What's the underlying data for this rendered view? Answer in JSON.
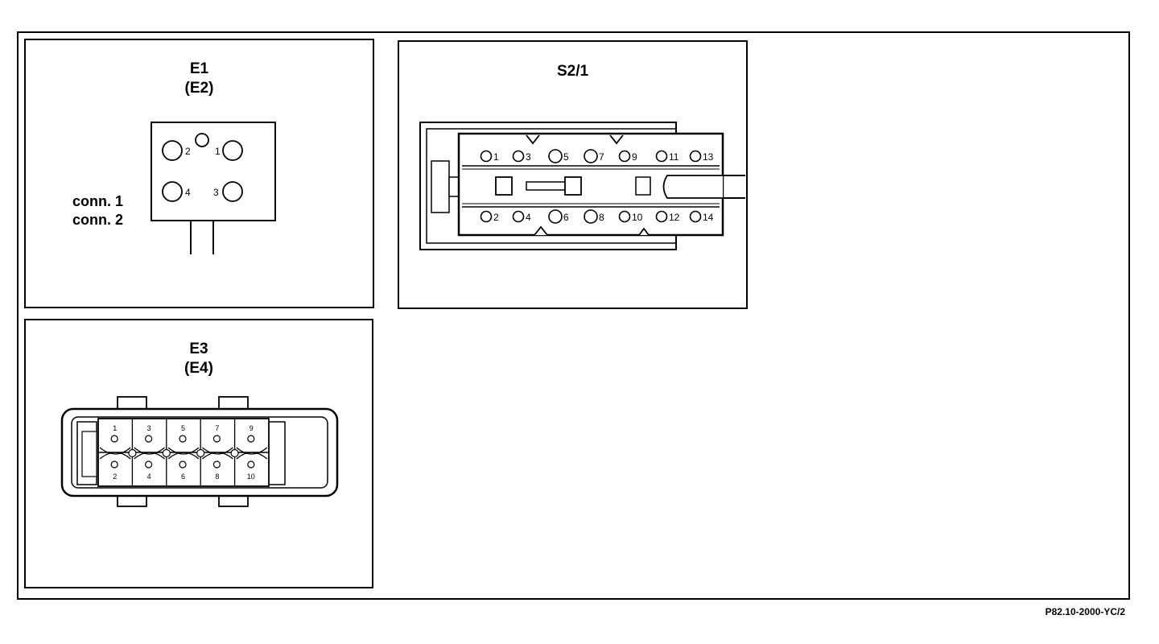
{
  "e1_panel": {
    "title": "E1",
    "subtitle": "(E2)",
    "conn_labels": [
      "conn. 1",
      "conn. 2"
    ],
    "pins": [
      "1",
      "2",
      "3",
      "4"
    ]
  },
  "s21_panel": {
    "title": "S2/1",
    "top_pins": [
      "1",
      "3",
      "5",
      "7",
      "9",
      "11",
      "13"
    ],
    "bottom_pins": [
      "2",
      "4",
      "6",
      "8",
      "10",
      "12",
      "14"
    ]
  },
  "e3_panel": {
    "title": "E3",
    "subtitle": "(E4)",
    "top_pins": [
      "1",
      "3",
      "5",
      "7",
      "9"
    ],
    "bottom_pins": [
      "2",
      "4",
      "6",
      "8",
      "10"
    ]
  },
  "reference": "P82.10-2000-YC/2"
}
